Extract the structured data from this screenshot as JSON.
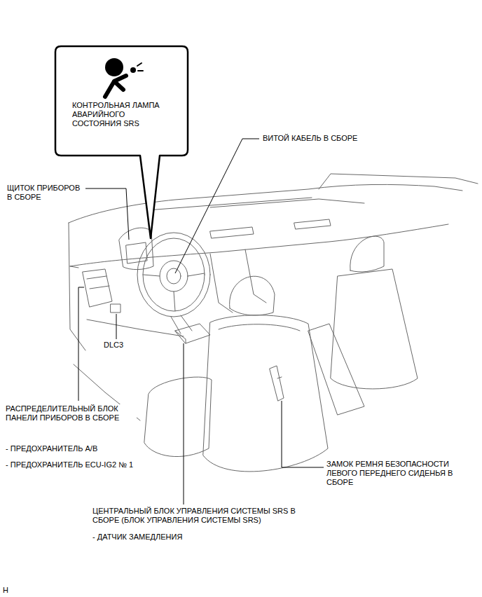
{
  "diagram": {
    "nodes": [
      {
        "text": [
          "КОНТРОЛЬНАЯ ЛАМПА АВАРИЙНОГО СОСТОЯНИЯ SRS"
        ]
      }
    ],
    "labels": [
      "ВИТОЙ КАБЕЛЬ В СБОРЕ",
      "ЩИТОК ПРИБОРОВ В СБОРЕ",
      "DLC3",
      "РАСПРЕДЕЛИТЕЛЬНЫЙ БЛОК ПАНЕЛИ ПРИБОРОВ В СБОРЕ",
      "- ПРЕДОХРАНИТЕЛЬ A/B",
      "- ПРЕДОХРАНИТЕЛЬ ECU-IG2 № 1",
      "ЗАМОК РЕМНЯ БЕЗОПАСНОСТИ ЛЕВОГО ПЕРЕДНЕГО СИДЕНЬЯ В СБОРЕ",
      "ЦЕНТРАЛЬНЫЙ БЛОК УПРАВЛЕНИЯ СИСТЕМЫ SRS В СБОРЕ (БЛОК УПРАВЛЕНИЯ СИСТЕМЫ SRS)",
      "- ДАТЧИК ЗАМЕДЛЕНИЯ",
      "H"
    ]
  }
}
